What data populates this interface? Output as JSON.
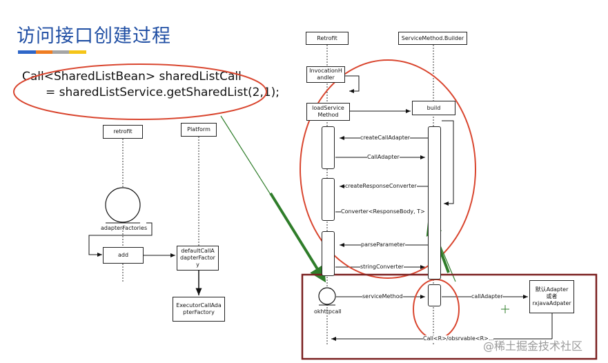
{
  "slide": {
    "title": "访问接口创建过程",
    "code_line1": "Call<SharedListBean> sharedListCall",
    "code_line2": "= sharedListService.getSharedList(2,1);",
    "bar_colors": [
      "#2e66c8",
      "#ef7d22",
      "#a5a5a5",
      "#f5c518"
    ]
  },
  "left_diagram": {
    "retrofit": "retrofit",
    "platform": "Platform",
    "adapter_factories": "adapterFactories",
    "add": "add",
    "default_factory": "defaultCallAdapterFactory",
    "executor_factory": "ExecutorCallAdapterFactory"
  },
  "right_diagram": {
    "retrofit": "Retrofit",
    "builder": "ServiceMethod.Builder",
    "invocation_handler": "InvocationHandler",
    "load_service_method": "loadServiceMethod",
    "build": "build",
    "create_call_adapter": "createCallAdapter",
    "call_adapter_msg": "CallAdapter",
    "create_response_converter": "createResponseConverter",
    "converter_msg": "Converter<ResponseBody, T>",
    "parse_parameter": "parseParameter",
    "string_converter": "stringConverter",
    "service_method": "serviceMethod",
    "okhttp_call": "okhttpcall",
    "call_adapter_call": "callAdapter",
    "default_adapter": "默认Adapter 或者 rxjavaAdpater",
    "return_msg": "Call<R>/obsrvable<R>..."
  },
  "watermark": "@稀土掘金技术社区",
  "colors": {
    "title": "#1f4ea3",
    "highlight_red": "#d9452e",
    "arrow_green": "#2f7d2a",
    "frame_red": "#7a1f1f"
  }
}
